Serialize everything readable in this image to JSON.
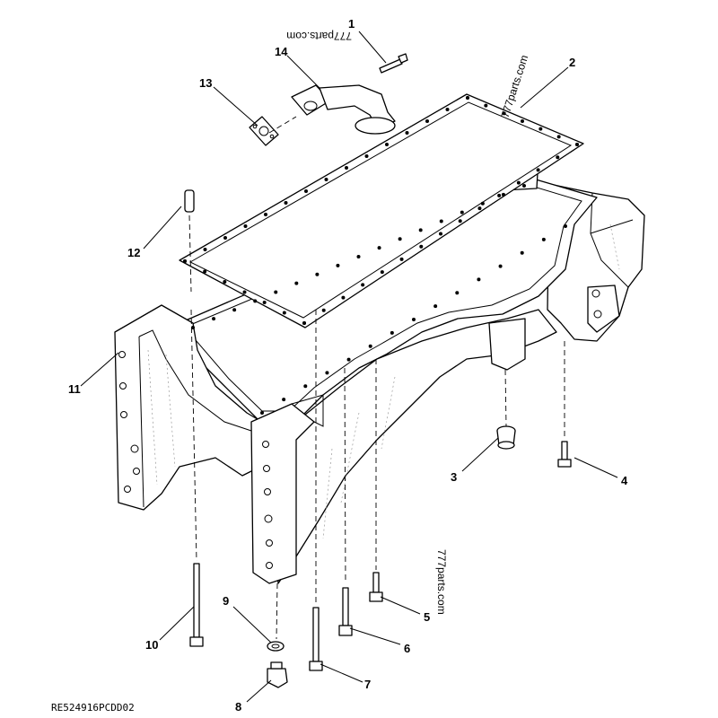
{
  "diagram": {
    "reference_code": "RE524916PCDD02",
    "watermarks": [
      "777parts.com",
      "777parts.com",
      "777parts.com"
    ],
    "callouts": [
      {
        "number": "1"
      },
      {
        "number": "2"
      },
      {
        "number": "3"
      },
      {
        "number": "4"
      },
      {
        "number": "5"
      },
      {
        "number": "6"
      },
      {
        "number": "7"
      },
      {
        "number": "8"
      },
      {
        "number": "9"
      },
      {
        "number": "10"
      },
      {
        "number": "11"
      },
      {
        "number": "12"
      },
      {
        "number": "13"
      },
      {
        "number": "14"
      }
    ]
  }
}
